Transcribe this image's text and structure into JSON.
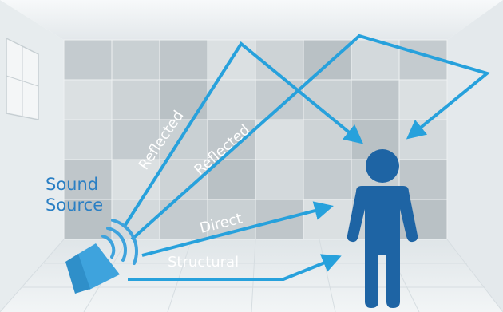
{
  "source_label": {
    "line1": "Sound",
    "line2": "Source"
  },
  "paths": {
    "reflected_1": "Reflected",
    "reflected_2": "Reflected",
    "direct": "Direct",
    "structural": "Structural"
  },
  "colors": {
    "arrow": "#27a1dc",
    "listener": "#1e64a4",
    "speaker": "#3ea3dd",
    "label": "#2a7fc4",
    "room_floor": "#e8eef1",
    "room_tile_light": "#d6dde1",
    "room_tile_dark": "#b8c0c4"
  },
  "icons": {
    "speaker": "speaker-icon",
    "listener": "person-icon"
  }
}
